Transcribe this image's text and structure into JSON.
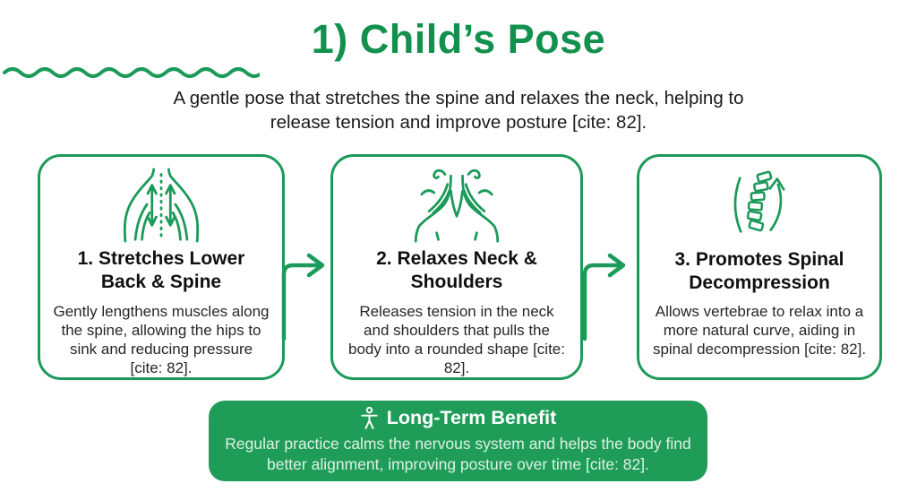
{
  "theme": {
    "green_primary": "#12904e",
    "green_border": "#1b9a5a",
    "green_banner": "#1f9d58",
    "text_dark": "#1b1b1b",
    "banner_text": "#ddf1e5"
  },
  "header": {
    "title": "1) Child’s Pose",
    "underline": "wavy-underline",
    "subtitle": "A gentle pose that stretches the spine and relaxes the neck, helping to release tension and improve posture [cite: 82]."
  },
  "cards": [
    {
      "icon": "back-spine-stretch-icon",
      "title": "1. Stretches Lower Back & Spine",
      "body": "Gently lengthens muscles along the spine, allowing the hips to sink and reducing pressure [cite: 82]."
    },
    {
      "icon": "neck-shoulders-icon",
      "title": "2. Relaxes Neck & Shoulders",
      "body": "Releases tension in the neck and shoulders that pulls the body into a rounded shape [cite: 82]."
    },
    {
      "icon": "spinal-curve-icon",
      "title": "3. Promotes Spinal Decompression",
      "body": "Allows vertebrae to relax into a more natural curve, aiding in spinal decompression [cite: 82]."
    }
  ],
  "banner": {
    "icon": "person-icon",
    "title": "Long-Term Benefit",
    "body": "Regular practice calms the nervous system and helps the body find better alignment, improving posture over time [cite: 82]."
  }
}
